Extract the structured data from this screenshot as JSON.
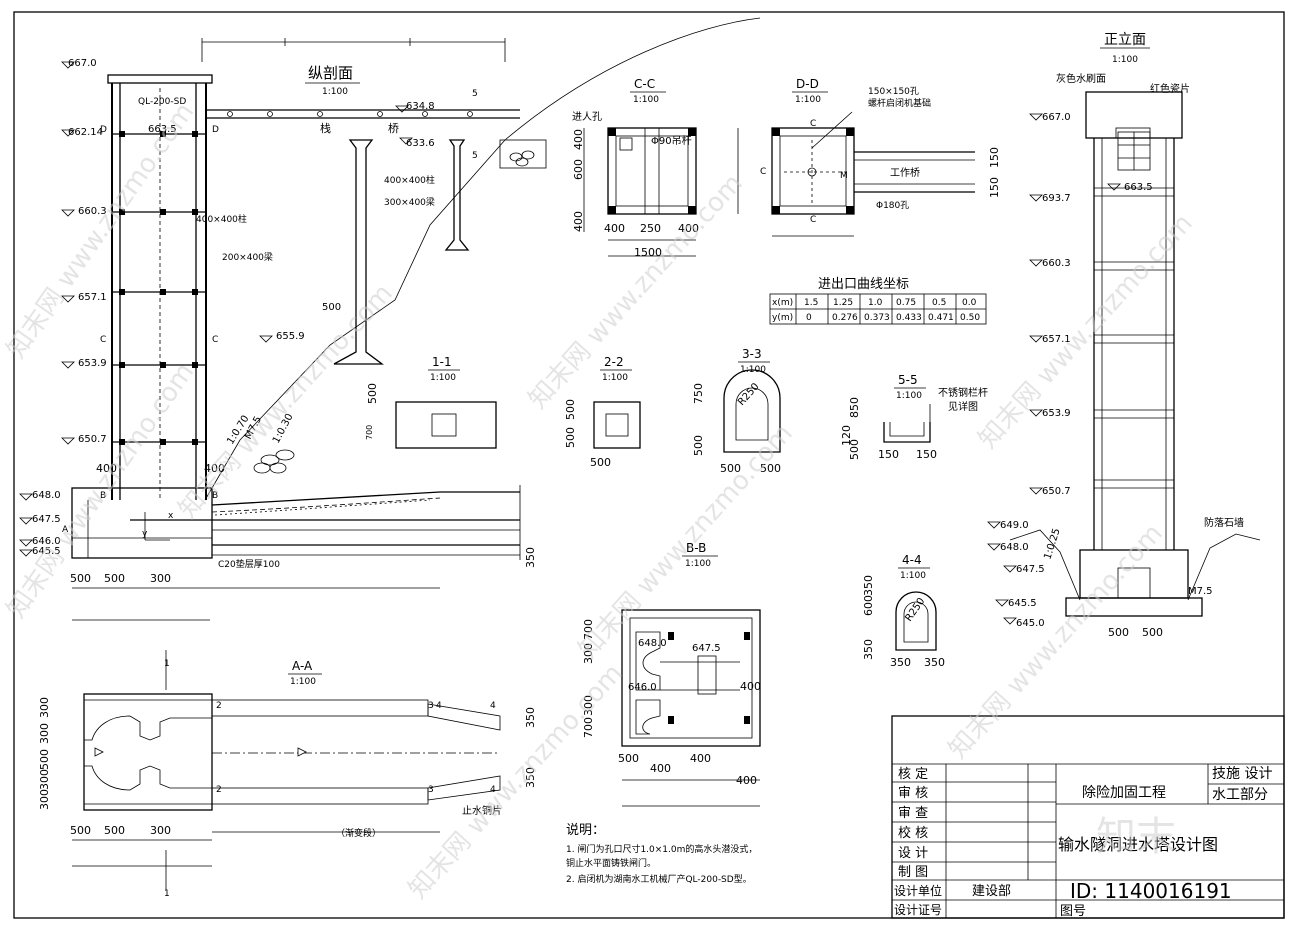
{
  "views": {
    "longitudinal": {
      "title": "纵剖面",
      "scale": "1:100"
    },
    "front": {
      "title": "正立面",
      "scale": "1:100"
    },
    "cc": {
      "title": "C-C",
      "scale": "1:100"
    },
    "dd": {
      "title": "D-D",
      "scale": "1:100"
    },
    "aa": {
      "title": "A-A",
      "scale": "1:100"
    },
    "bb": {
      "title": "B-B",
      "scale": "1:100"
    },
    "s11": {
      "title": "1-1",
      "scale": "1:100"
    },
    "s22": {
      "title": "2-2",
      "scale": "1:100"
    },
    "s33": {
      "title": "3-3",
      "scale": "1:100"
    },
    "s44": {
      "title": "4-4",
      "scale": "1:100"
    },
    "s55": {
      "title": "5-5",
      "scale": "1:100"
    }
  },
  "long_elevations": [
    "667.0",
    "662.14",
    "663.5",
    "660.3",
    "657.1",
    "653.9",
    "650.7",
    "655.9",
    "634.8",
    "633.6",
    "648.0",
    "647.5",
    "646.0",
    "645.5"
  ],
  "long_labels": {
    "hoist": "QL-200-SD",
    "bridge": [
      "栈",
      "桥"
    ],
    "col": "400×400柱",
    "beam1": "200×400梁",
    "bridge_col": "400×400柱",
    "bridge_beam": "300×400梁",
    "slope1": "1:0.70",
    "slope2": "1:0.30",
    "mortar": "M7.5",
    "cushion": "C20垫层厚100",
    "dims_bottom": [
      "500",
      "500",
      "300"
    ],
    "dims_top": [
      "400",
      "400"
    ],
    "sec_marks": [
      "D",
      "D",
      "C",
      "C",
      "B",
      "B",
      "A",
      "5",
      "5"
    ],
    "dim_350": "350",
    "dim_500": "500",
    "y_axis": "y",
    "x_axis": "x"
  },
  "front_labels": {
    "wall": "灰色水刷面",
    "tile": "红色瓷片",
    "elevations": [
      "667.0",
      "663.5",
      "693.7",
      "660.3",
      "657.1",
      "653.9",
      "650.7",
      "649.0",
      "648.0",
      "647.5",
      "645.5",
      "645.0"
    ],
    "retain": "防落石墙",
    "mortar": "M7.5",
    "slope": "1:0.25",
    "dims": [
      "500",
      "500"
    ]
  },
  "cc_labels": {
    "manhole": "进人孔",
    "rod": "Φ90吊杆",
    "dims": [
      "400",
      "250",
      "400",
      "1500"
    ],
    "side": [
      "400",
      "600",
      "400"
    ],
    "mark": "C"
  },
  "dd_labels": {
    "hole1": "150×150孔",
    "hole1b": "螺杆启闭机基础",
    "bridge": "工作桥",
    "hole2": "Φ180孔",
    "m": "M",
    "c1": "C",
    "c2": "C",
    "dims": [
      "150",
      "150"
    ]
  },
  "coord_table": {
    "title": "进出口曲线坐标",
    "rows": [
      [
        "x(m)",
        "1.5",
        "1.25",
        "1.0",
        "0.75",
        "0.5",
        "0.0"
      ],
      [
        "y(m)",
        "0",
        "0.276",
        "0.373",
        "0.433",
        "0.471",
        "0.50"
      ]
    ]
  },
  "s11_dims": [
    "500",
    "700"
  ],
  "s22_dims": [
    "500",
    "500",
    "500"
  ],
  "s33_dims": [
    "750",
    "500",
    "500",
    "R250",
    "500"
  ],
  "s44_dims": [
    "350",
    "600",
    "350",
    "350",
    "350",
    "R250"
  ],
  "s55_labels": {
    "rail": "不锈钢栏杆",
    "see": "见详图",
    "dims": [
      "850",
      "120",
      "500",
      "150",
      "150"
    ]
  },
  "bb_labels": {
    "elev": [
      "648.0",
      "647.5",
      "646.0"
    ],
    "dims_left": [
      "300",
      "700",
      "300",
      "700"
    ],
    "dims_bottom": [
      "500",
      "400",
      "400",
      "400"
    ],
    "mark": "400"
  },
  "aa_labels": {
    "dims_left": [
      "300",
      "300",
      "500",
      "300",
      "300"
    ],
    "dims_bottom": [
      "500",
      "500",
      "300"
    ],
    "marks": [
      "1",
      "1",
      "2",
      "2",
      "3",
      "3",
      "4",
      "4",
      "4"
    ],
    "dims_right": [
      "350",
      "350"
    ],
    "stop": "止水铜片",
    "transition": "（渐变段）"
  },
  "notes": {
    "title": "说明：",
    "items": [
      "1. 闸门为孔口尺寸1.0×1.0m的高水头潜没式，",
      "   铜止水平面铸铁闸门。",
      "2. 启闭机为湖南水工机械厂产QL-200-SD型。"
    ]
  },
  "title_block": {
    "roles": [
      "核  定",
      "审  核",
      "审  查",
      "校  核",
      "设  计",
      "制  图",
      "设计单位",
      "设计证号"
    ],
    "project": "除险加固工程",
    "stage": "技施  设计",
    "dept": "水工部分",
    "drawing": "输水隧洞进水塔设计图",
    "unit": "建设部",
    "fig_no": "图号",
    "code": "ID: 1140016191"
  },
  "watermarks": [
    "知末网 www.znzmo.com",
    "知末网 www.znzmo.com",
    "知末网 www.znzmo.com",
    "知末网 www.znzmo.com",
    "知末网 www.znzmo.com",
    "知末网 www.znzmo.com",
    "知末网 www.znzmo.com",
    "知末网 www.znzmo.com"
  ],
  "logo": "知末"
}
